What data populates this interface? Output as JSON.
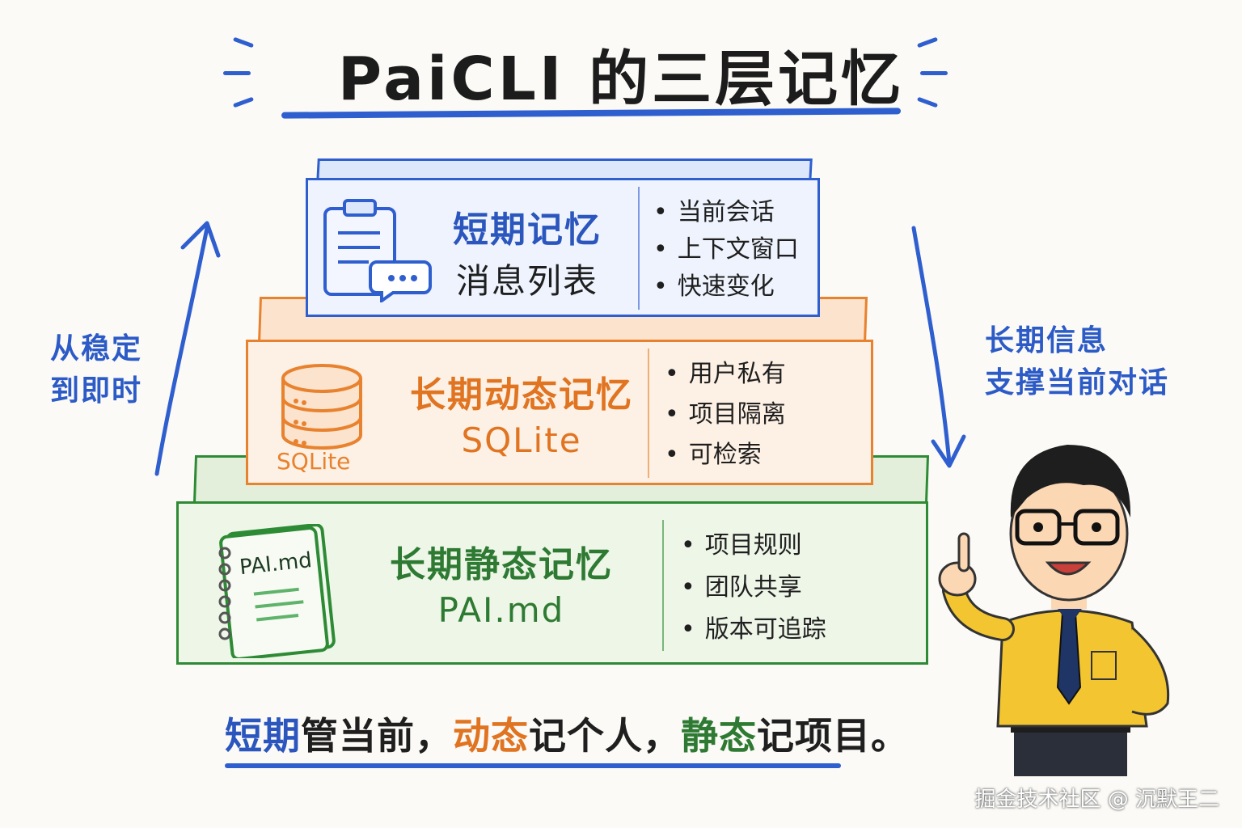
{
  "title": "PaiCLI 的三层记忆",
  "tiers": {
    "short": {
      "title": "短期记忆",
      "subtitle": "消息列表",
      "bullets": [
        "当前会话",
        "上下文窗口",
        "快速变化"
      ],
      "color": "#2f5fcf",
      "fill": "#eef3fd"
    },
    "dynamic": {
      "title": "长期动态记忆",
      "subtitle": "SQLite",
      "icon_label": "SQLite",
      "bullets": [
        "用户私有",
        "项目隔离",
        "可检索"
      ],
      "color": "#e8822e",
      "fill": "#fdf0e4"
    },
    "static": {
      "title": "长期静态记忆",
      "subtitle": "PAI.md",
      "icon_label": "PAI.md",
      "bullets": [
        "项目规则",
        "团队共享",
        "版本可追踪"
      ],
      "color": "#2e8b35",
      "fill": "#eef6e8"
    }
  },
  "left_label": [
    "从稳定",
    "到即时"
  ],
  "right_label": [
    "长期信息",
    "支撑当前对话"
  ],
  "summary": {
    "p1": "短期",
    "p2": "管当前，",
    "p3": "动态",
    "p4": "记个人，",
    "p5": "静态",
    "p6": "记项目。"
  },
  "watermark": "掘金技术社区 @ 沉默王二",
  "icons": {
    "short": "clipboard-chat-icon",
    "dynamic": "database-icon",
    "static": "notebook-icon"
  }
}
